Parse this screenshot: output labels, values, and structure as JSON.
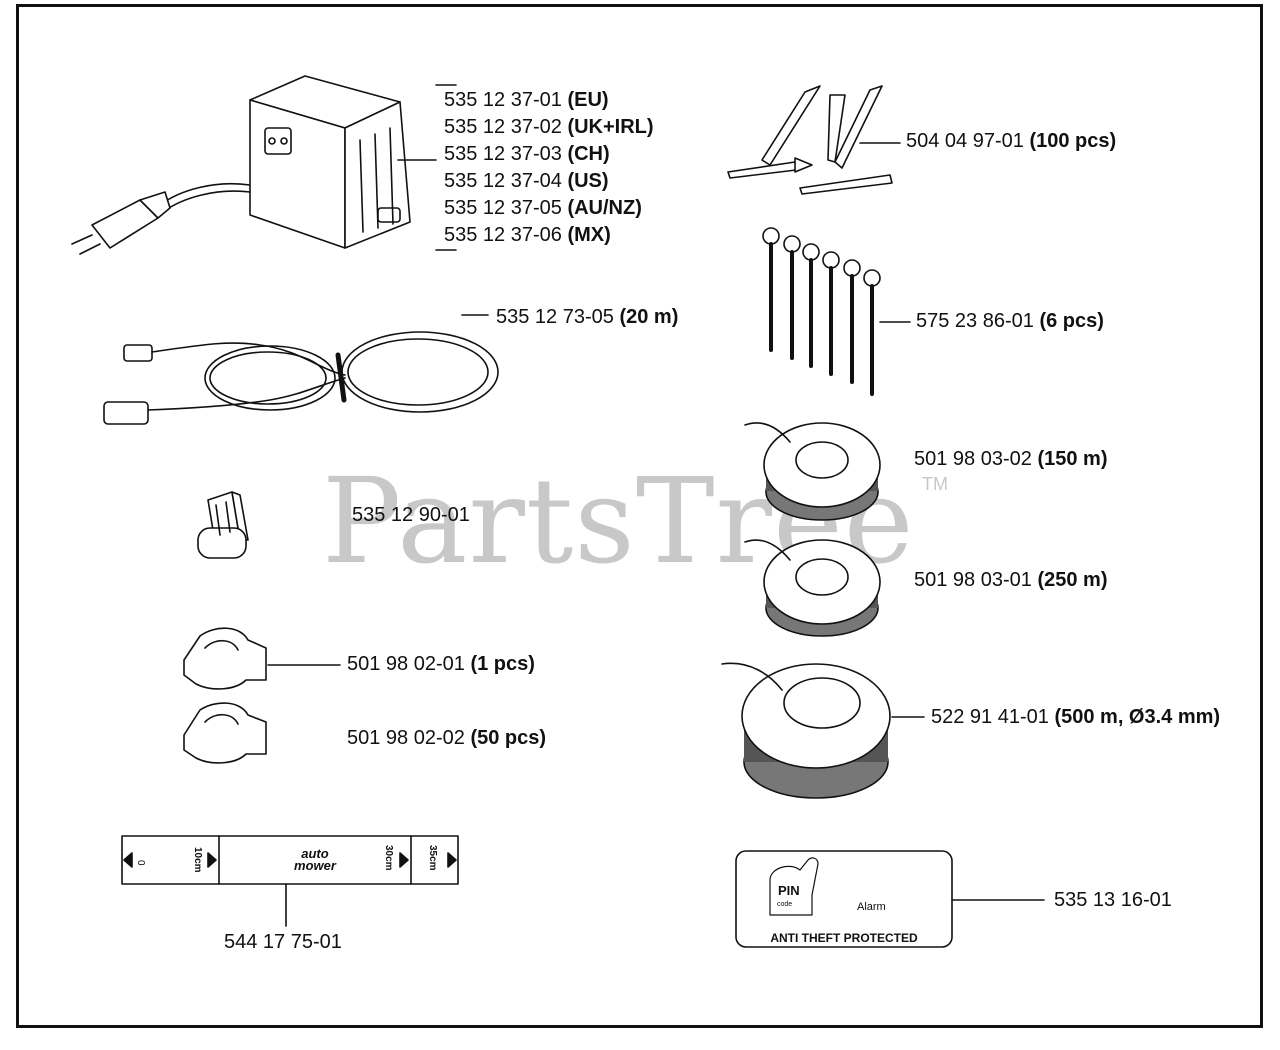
{
  "watermark": {
    "brand": "PartsTree",
    "tm": "TM"
  },
  "parts": [
    {
      "id": "p1",
      "number": "535 12 37-01",
      "qualifier": "(EU)"
    },
    {
      "id": "p2",
      "number": "535 12 37-02",
      "qualifier": "(UK+IRL)"
    },
    {
      "id": "p3",
      "number": "535 12 37-03",
      "qualifier": "(CH)"
    },
    {
      "id": "p4",
      "number": "535 12 37-04",
      "qualifier": "(US)"
    },
    {
      "id": "p5",
      "number": "535 12 37-05",
      "qualifier": "(AU/NZ)"
    },
    {
      "id": "p6",
      "number": "535 12 37-06",
      "qualifier": "(MX)"
    },
    {
      "id": "p7",
      "number": "535 12 73-05",
      "qualifier": "(20 m)"
    },
    {
      "id": "p8",
      "number": "535 12 90-01",
      "qualifier": ""
    },
    {
      "id": "p9",
      "number": "501 98 02-01",
      "qualifier": "(1 pcs)"
    },
    {
      "id": "p10",
      "number": "501 98 02-02",
      "qualifier": "(50 pcs)"
    },
    {
      "id": "p11",
      "number": "544 17 75-01",
      "qualifier": ""
    },
    {
      "id": "p12",
      "number": "504 04 97-01",
      "qualifier": "(100 pcs)"
    },
    {
      "id": "p13",
      "number": "575 23 86-01",
      "qualifier": "(6 pcs)"
    },
    {
      "id": "p14",
      "number": "501 98 03-02",
      "qualifier": "(150 m)"
    },
    {
      "id": "p15",
      "number": "501 98 03-01",
      "qualifier": "(250 m)"
    },
    {
      "id": "p16",
      "number": "522 91 41-01",
      "qualifier": "(500 m, Ø3.4 mm)"
    },
    {
      "id": "p17",
      "number": "535 13 16-01",
      "qualifier": ""
    }
  ],
  "tape": {
    "mark0": "0",
    "mark10": "10cm",
    "logo_line1": "auto",
    "logo_line2": "mower",
    "mark30": "30cm",
    "mark35": "35cm"
  },
  "sticker": {
    "pin": "PIN",
    "code": "code",
    "alarm": "Alarm",
    "caption": "ANTI THEFT PROTECTED"
  }
}
